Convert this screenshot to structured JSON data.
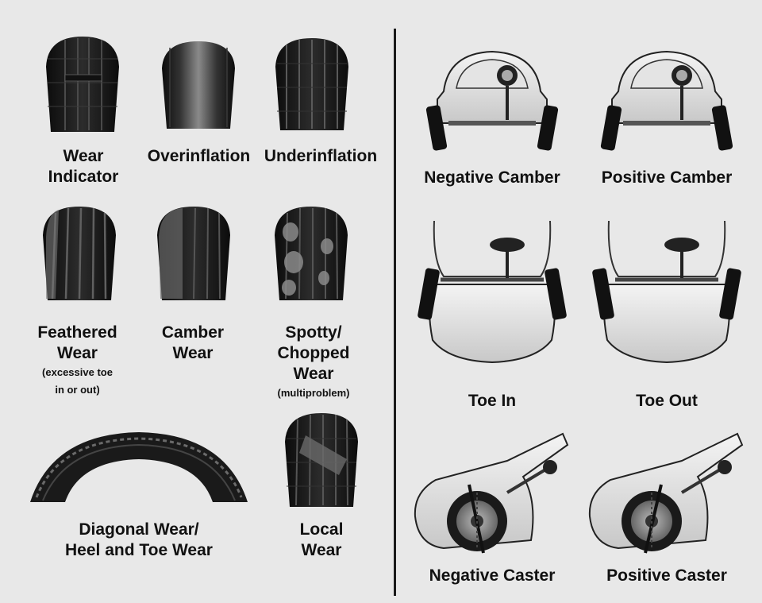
{
  "tires": {
    "wear_indicator": [
      "Wear",
      "Indicator"
    ],
    "overinflation": "Overinflation",
    "underinflation": "Underinflation",
    "feathered": {
      "lines": [
        "Feathered",
        "Wear"
      ],
      "note": [
        "(excessive toe",
        "in or out)"
      ]
    },
    "camber": [
      "Camber",
      "Wear"
    ],
    "spotty": {
      "lines": [
        "Spotty/",
        "Chopped",
        "Wear"
      ],
      "note": "(multiproblem)"
    },
    "diagonal": [
      "Diagonal Wear/",
      "Heel and Toe Wear"
    ],
    "local": [
      "Local",
      "Wear"
    ]
  },
  "alignment": {
    "negative_camber": "Negative Camber",
    "positive_camber": "Positive Camber",
    "toe_in": "Toe In",
    "toe_out": "Toe Out",
    "negative_caster": "Negative Caster",
    "positive_caster": "Positive Caster"
  },
  "colors": {
    "background": "#e8e8e8",
    "ink": "#111111",
    "tire": "#1e1e1e",
    "tread": "#4a4a4a"
  }
}
